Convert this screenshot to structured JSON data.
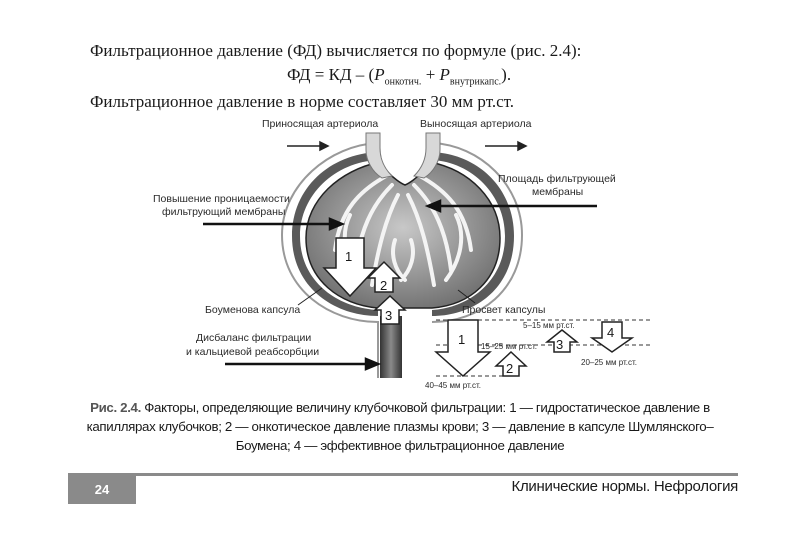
{
  "text": {
    "paragraph1": "Фильтрационное давление (ФД) вычисляется по формуле (рис. 2.4):",
    "formula": {
      "lhs": "ФД = КД – (",
      "p": "P",
      "sub1": "онкотич.",
      "plus": " + ",
      "sub2": "внутрикапс.",
      "end": ")."
    },
    "paragraph2": "Фильтрационное давление в норме составляет 30 мм рт.ст."
  },
  "figure": {
    "labels": {
      "afferent": "Приносящая артериола",
      "efferent": "Выносящая артериола",
      "permeability_1": "Повышение проницаемости",
      "permeability_2": "фильтрующий мембраны",
      "area_1": "Площадь фильтрующей",
      "area_2": "мембраны",
      "bowman": "Боуменова капсула",
      "lumen": "Просвет капсулы",
      "imbalance_1": "Дисбаланс фильтрации",
      "imbalance_2": "и кальциевой реабсорбции"
    },
    "arrow_numbers": [
      "1",
      "2",
      "3",
      "4"
    ],
    "pressures": {
      "p1": "5–15 мм рт.ст.",
      "p2": "15–25 мм рт.ст.",
      "p3": "20–25 мм рт.ст.",
      "p4": "40–45 мм рт.ст."
    }
  },
  "caption": {
    "label": "Рис. 2.4.",
    "text": " Факторы, определяющие величину клубочковой фильтрации: 1 — гидростатическое давление в капиллярах клубочков; 2 — онкотическое давление плазмы крови; 3 — давление в капсуле Шумлянского–Боумена; 4 — эффективное фильтрационное давление"
  },
  "footer": {
    "page_number": "24",
    "running_title": "Клинические нормы. Нефрология"
  }
}
